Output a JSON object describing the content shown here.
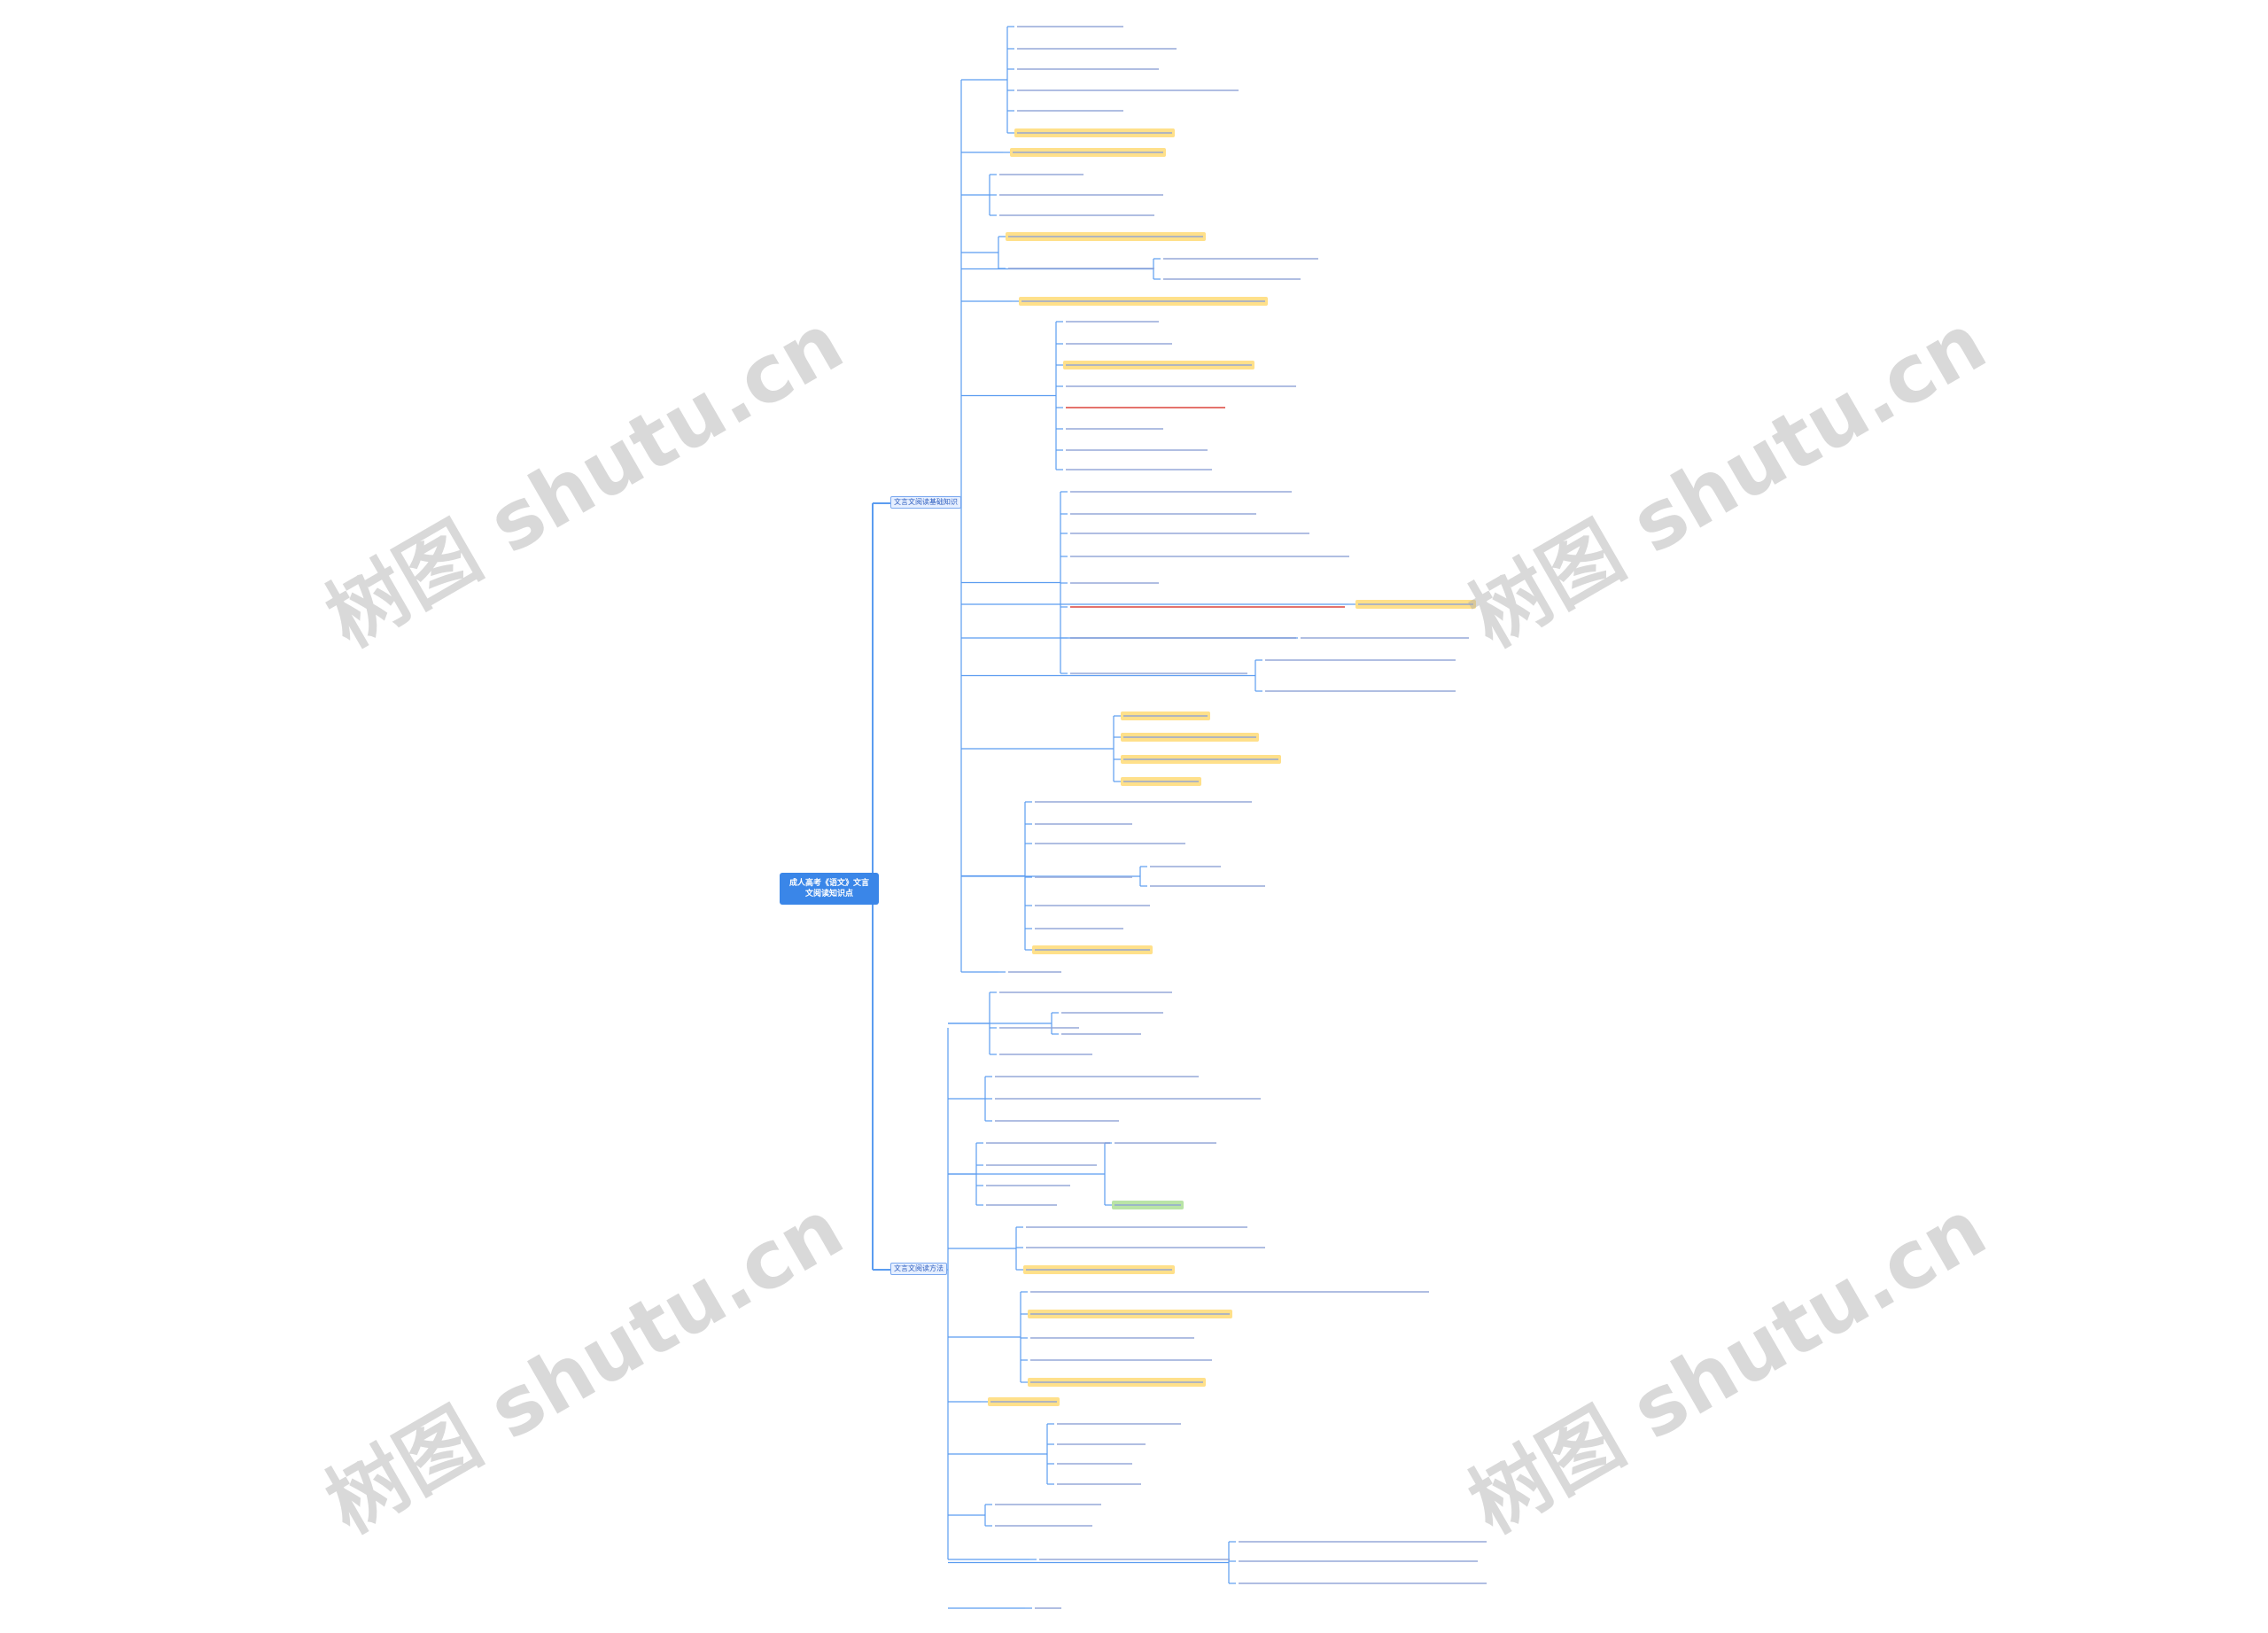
{
  "root": {
    "label": "成人高考《语文》文言文阅读知识点"
  },
  "branches": [
    {
      "label": "文言文阅读基础知识"
    },
    {
      "label": "文言文阅读方法"
    }
  ],
  "watermarks": [
    "树图 shutu.cn",
    "树图 shutu.cn",
    "树图 shutu.cn",
    "树图 shutu.cn"
  ],
  "colors": {
    "root": "#3a86e8",
    "line": "#5b9cf0",
    "highlight": "#ffe08a",
    "red_text": "#d9372f",
    "green_bg": "#b9e4a6"
  }
}
